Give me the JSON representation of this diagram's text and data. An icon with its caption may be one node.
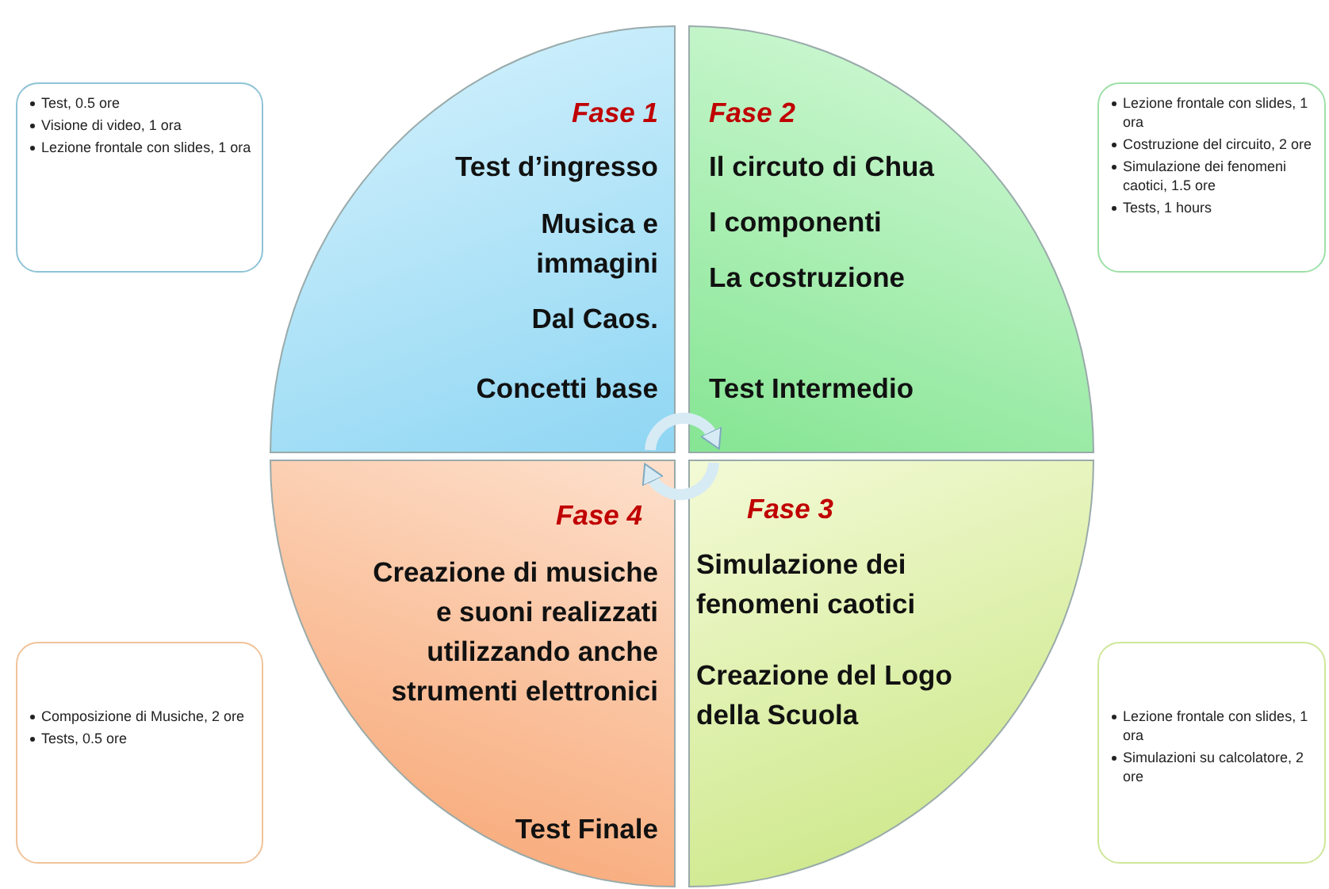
{
  "diagram": {
    "nodes": [
      {
        "text": [
          "Test, 0.5 ore",
          "Visione di video, 1 ora",
          "Lezione frontale con slides, 1 ora"
        ]
      },
      {
        "text": [
          "Lezione frontale con slides, 1 ora",
          "Costruzione del circuito, 2 ore",
          "Simulazione dei fenomeni caotici, 1.5 ore",
          "Tests, 1 hours"
        ]
      },
      {
        "text": [
          "Composizione di Musiche, 2 ore",
          "Tests, 0.5 ore"
        ]
      },
      {
        "text": [
          "Lezione frontale con slides, 1 ora",
          "Simulazioni su calcolatore, 2 ore"
        ]
      },
      {
        "text": [
          "Fase 1",
          "Test d’ingresso",
          "Musica e immagini",
          "Dal Caos.",
          "Concetti base"
        ]
      },
      {
        "text": [
          "Fase 2",
          "Il circuto di Chua",
          "I componenti",
          "La costruzione",
          "Test Intermedio"
        ]
      },
      {
        "text": [
          "Fase 4",
          "Creazione di musiche e suoni realizzati utilizzando anche strumenti elettronici",
          "Test Finale"
        ]
      },
      {
        "text": [
          "Fase 3",
          "Simulazione dei fenomeni caotici",
          "Creazione del Logo della Scuola"
        ]
      }
    ],
    "edges": [
      {
        "from": 4,
        "to": 5,
        "arrow": "to"
      },
      {
        "from": 7,
        "to": 6,
        "arrow": "to"
      }
    ]
  }
}
